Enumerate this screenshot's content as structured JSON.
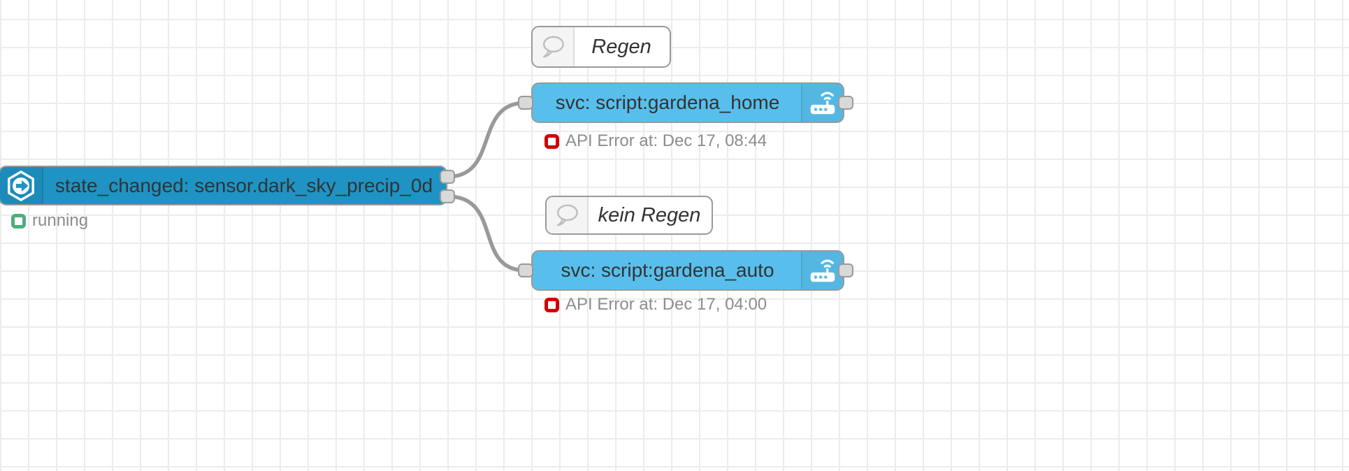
{
  "app": {
    "name": "Node-RED flow canvas"
  },
  "nodes": {
    "comment_rain": {
      "label": "Regen",
      "icon": "speech-bubble-icon"
    },
    "comment_no_rain": {
      "label": "kein Regen",
      "icon": "speech-bubble-icon"
    },
    "service_home": {
      "label": "svc: script:gardena_home",
      "icon": "router-wifi-icon",
      "status": "API Error at: Dec 17, 08:44",
      "status_state": "error"
    },
    "service_auto": {
      "label": "svc: script:gardena_auto",
      "icon": "router-wifi-icon",
      "status": "API Error at: Dec 17, 04:00",
      "status_state": "error"
    },
    "trigger": {
      "label": "state_changed: sensor.dark_sky_precip_0d",
      "icon": "hexagon-arrow-icon",
      "status": "running",
      "status_state": "ok"
    }
  },
  "colors": {
    "trigger_node": "#1F93C4",
    "service_node": "#58BFEC",
    "node_border": "#999999",
    "wire": "#999999",
    "port_fill": "#D9D9D9",
    "status_green": "#4EAD7C",
    "status_red": "#D00000",
    "status_text": "#8C8C8C",
    "label_text": "#333333",
    "grid_line": "#ECECEC",
    "canvas_bg": "#FFFFFF"
  }
}
